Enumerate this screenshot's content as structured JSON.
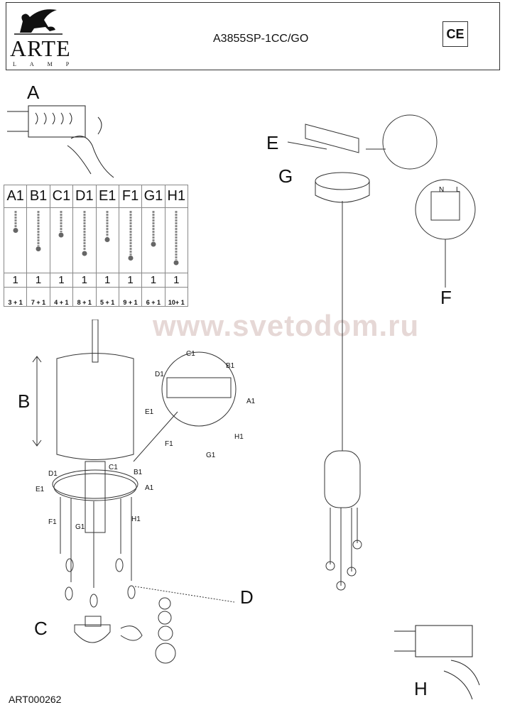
{
  "header": {
    "brand": "ARTE",
    "brand_sub": "LAMP",
    "model": "A3855SP-1CC/GO",
    "cert": "CE"
  },
  "steps": {
    "A": "A",
    "B": "B",
    "C": "C",
    "D": "D",
    "E": "E",
    "F": "F",
    "G": "G",
    "H": "H"
  },
  "parts_table": {
    "columns": [
      {
        "name": "A1",
        "qty": "1",
        "beads": "3 + 1",
        "len": 3
      },
      {
        "name": "B1",
        "qty": "1",
        "beads": "7 + 1",
        "len": 7
      },
      {
        "name": "C1",
        "qty": "1",
        "beads": "4 + 1",
        "len": 4
      },
      {
        "name": "D1",
        "qty": "1",
        "beads": "8 + 1",
        "len": 8
      },
      {
        "name": "E1",
        "qty": "1",
        "beads": "5 + 1",
        "len": 5
      },
      {
        "name": "F1",
        "qty": "1",
        "beads": "9 + 1",
        "len": 9
      },
      {
        "name": "G1",
        "qty": "1",
        "beads": "6 + 1",
        "len": 6
      },
      {
        "name": "H1",
        "qty": "1",
        "beads": "10+ 1",
        "len": 10
      }
    ]
  },
  "ring_labels": {
    "c1": "C1",
    "b1": "B1",
    "a1": "A1",
    "h1": "H1",
    "g1": "G1",
    "f1": "F1",
    "e1": "E1",
    "d1": "D1"
  },
  "wiring": {
    "n": "N",
    "l": "L"
  },
  "watermark": "www.svetodom.ru",
  "footer": {
    "code": "ART000262"
  }
}
